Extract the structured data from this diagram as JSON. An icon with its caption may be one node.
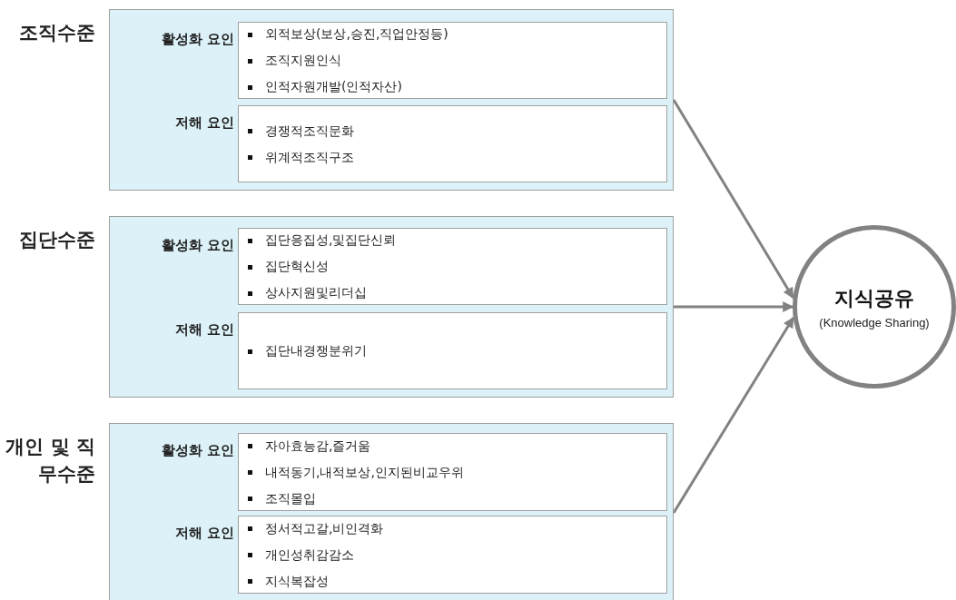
{
  "diagram": {
    "nodes": [
      {
        "text": [
          "조직수준"
        ]
      },
      {
        "text": [
          "외적보상(보상,승진,직업안정등)",
          "조직지원인식",
          "인적자원개발(인적자산)"
        ],
        "in": 0,
        "beside": [
          "활성화 요인"
        ]
      },
      {
        "text": [
          "경쟁적조직문화",
          "위계적조직구조"
        ],
        "in": 0,
        "beside": [
          "저해 요인"
        ]
      },
      {
        "text": [
          "집단수준"
        ]
      },
      {
        "text": [
          "집단응집성,및집단신뢰",
          "집단혁신성",
          "상사지원및리더십"
        ],
        "in": 3,
        "beside": [
          "활성화 요인"
        ]
      },
      {
        "text": [
          "집단내경쟁분위기"
        ],
        "in": 3,
        "beside": [
          "저해 요인"
        ]
      },
      {
        "text": [
          "개인 및 직무수준"
        ]
      },
      {
        "text": [
          "자아효능감,즐거움",
          "내적동기,내적보상,인지된비교우위",
          "조직몰입"
        ],
        "in": 6,
        "beside": [
          "활성화 요인"
        ]
      },
      {
        "text": [
          "정서적고갈,비인격화",
          "개인성취감감소",
          "지식복잡성"
        ],
        "in": 6,
        "beside": [
          "저해 요인"
        ]
      },
      {
        "text": [
          "지식공유",
          "(Knowledge Sharing)"
        ]
      }
    ],
    "edges": [
      {
        "from": 0,
        "to": 9,
        "arrow": "to"
      },
      {
        "from": 3,
        "to": 9,
        "arrow": "to"
      },
      {
        "from": 6,
        "to": 9,
        "arrow": "to"
      }
    ]
  }
}
